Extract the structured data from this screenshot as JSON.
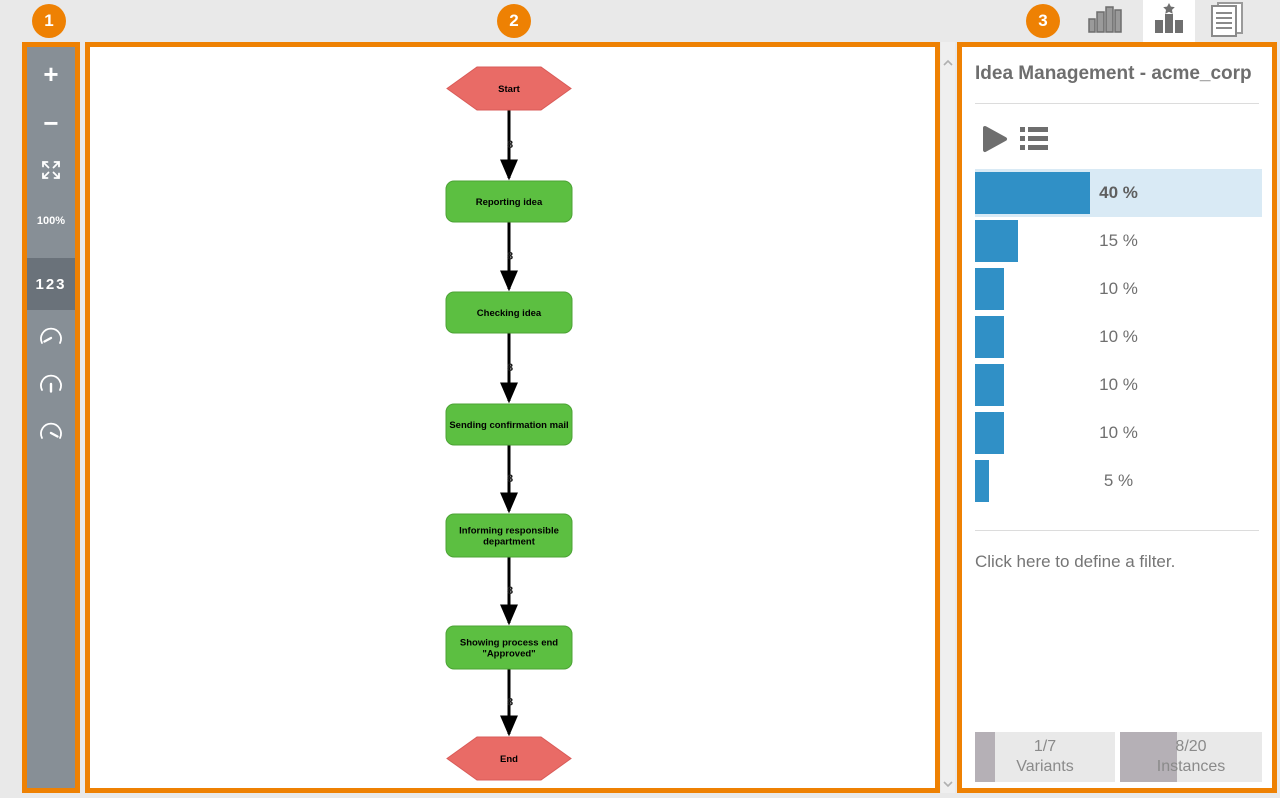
{
  "badges": {
    "one": "1",
    "two": "2",
    "three": "3"
  },
  "top_tabs": {
    "chart_tab": {
      "name": "frequency-chart",
      "selected": false
    },
    "variants_tab": {
      "name": "variants-star",
      "selected": true
    },
    "report_tab": {
      "name": "report-pages",
      "selected": false
    }
  },
  "toolbar": {
    "zoom_in_label": "+",
    "zoom_out_label": "−",
    "zoom_level_label": "100%",
    "numbers_label": "123",
    "background": "#878F96",
    "selected_background": "#6A727A"
  },
  "flowchart": {
    "nodes": [
      {
        "type": "start",
        "lines": [
          "Start"
        ]
      },
      {
        "type": "activity",
        "lines": [
          "Reporting idea"
        ]
      },
      {
        "type": "activity",
        "lines": [
          "Checking idea"
        ]
      },
      {
        "type": "activity",
        "lines": [
          "Sending confirmation mail"
        ]
      },
      {
        "type": "activity",
        "lines": [
          "Informing responsible",
          "department"
        ]
      },
      {
        "type": "activity",
        "lines": [
          "Showing process end",
          "\"Approved\""
        ]
      },
      {
        "type": "end",
        "lines": [
          "End"
        ]
      }
    ],
    "edges": [
      {
        "label": "8"
      },
      {
        "label": "8"
      },
      {
        "label": "8"
      },
      {
        "label": "8"
      },
      {
        "label": "8"
      },
      {
        "label": "8"
      }
    ],
    "colors": {
      "start_end_fill": "#E96B66",
      "start_end_border": "#D95B58",
      "activity_fill": "#5CBF41",
      "activity_border": "#4CA335",
      "edge": "#000000",
      "edge_label": "#1c1c1c",
      "node_text": "#000000"
    }
  },
  "right_panel": {
    "title": "Idea Management - acme_corp",
    "filter_prompt": "Click here to define a filter.",
    "variants_chart": {
      "values": [
        40,
        15,
        10,
        10,
        10,
        10,
        5
      ],
      "label_suffix": " %",
      "selected_index": 0,
      "bar_color": "#3090C6",
      "highlight_color": "#D9EAF5"
    },
    "stats": [
      {
        "value": "1/7",
        "label": "Variants",
        "fill_pct": 14
      },
      {
        "value": "8/20",
        "label": "Instances",
        "fill_pct": 40
      }
    ]
  },
  "chart_data": {
    "type": "bar",
    "orientation": "horizontal",
    "values": [
      40,
      15,
      10,
      10,
      10,
      10,
      5
    ],
    "labels": [
      "40 %",
      "15 %",
      "10 %",
      "10 %",
      "10 %",
      "10 %",
      "5 %"
    ],
    "unit": "%",
    "xlim": [
      0,
      100
    ],
    "selected_index": 0
  }
}
